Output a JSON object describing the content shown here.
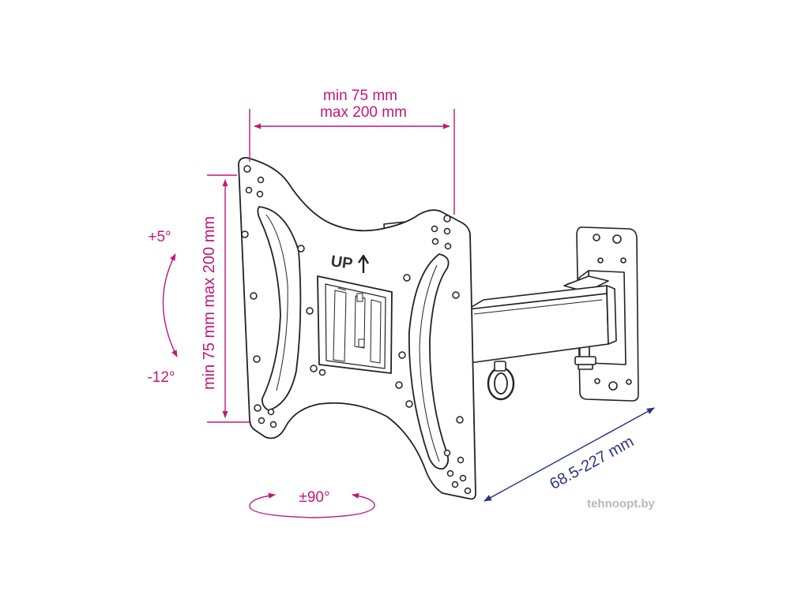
{
  "dimensions": {
    "horizontal_min": "min 75 mm",
    "horizontal_max": "max 200 mm",
    "vertical": "min 75 mm max 200 mm",
    "depth": "68.5-227 mm"
  },
  "tilt": {
    "up": "+5°",
    "down": "-12°"
  },
  "swivel": "±90°",
  "plate_marking": "UP",
  "watermark": "tehnoopt.by",
  "colors": {
    "dimension_line": "#c0187a",
    "depth_line": "#2a3580",
    "product_outline": "#222222",
    "watermark": "#b8b8b8"
  }
}
